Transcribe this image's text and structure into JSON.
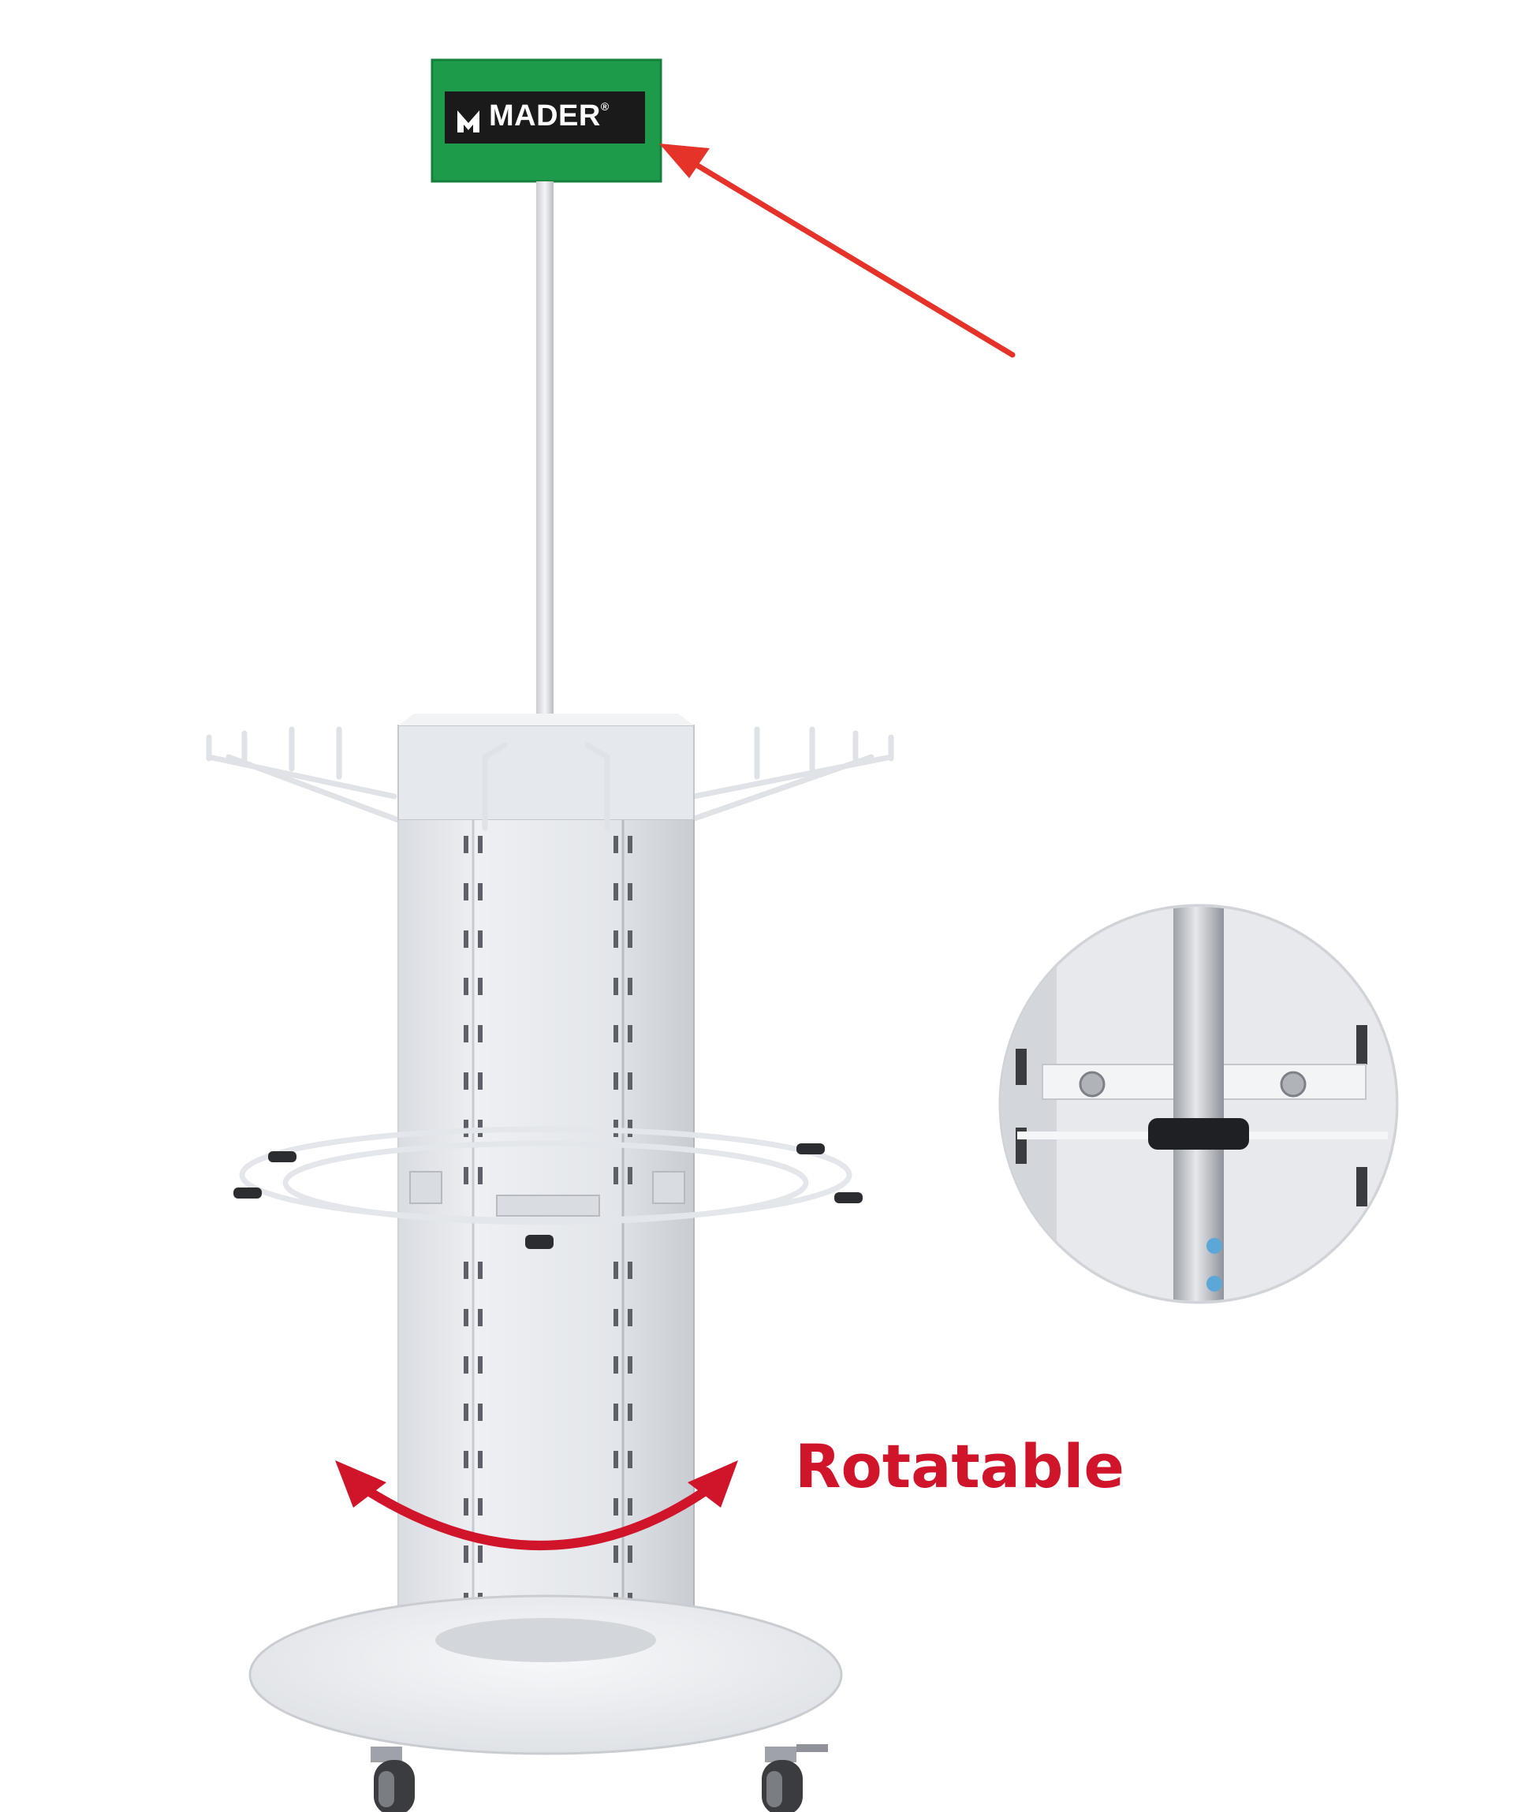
{
  "sign": {
    "brand_text": "MADER",
    "registered_mark": "®",
    "background_color": "#1e9b4a",
    "logo_box_color": "#1a1a1a"
  },
  "annotation": {
    "label": "Rotatable",
    "color": "#d0142a"
  },
  "product": {
    "rack_color": "#e9ebee",
    "icon": "rotating-display-rack"
  }
}
